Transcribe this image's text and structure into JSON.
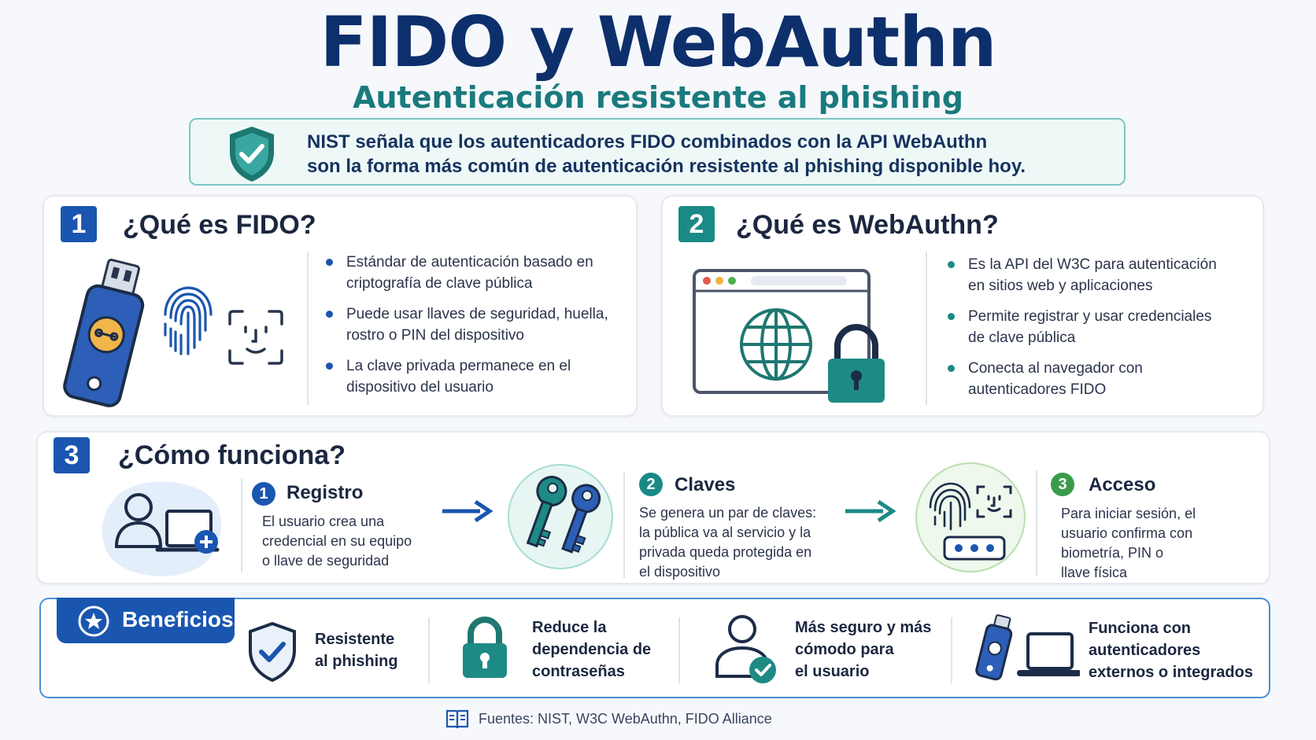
{
  "title": "FIDO y WebAuthn",
  "subtitle": "Autenticación resistente al phishing",
  "nist_note": {
    "line1": "NIST señala que los autenticadores FIDO combinados con la API WebAuthn",
    "line2": "son la forma más común de autenticación resistente al phishing disponible hoy."
  },
  "section1": {
    "number": "1",
    "title": "¿Qué es FIDO?",
    "bullets": [
      [
        "Estándar de autenticación basado en",
        "criptografía de clave pública"
      ],
      [
        "Puede usar llaves de seguridad, huella,",
        "rostro o PIN del dispositivo"
      ],
      [
        "La clave privada permanece en el",
        "dispositivo del usuario"
      ]
    ]
  },
  "section2": {
    "number": "2",
    "title": "¿Qué es WebAuthn?",
    "bullets": [
      [
        "Es la API del W3C para autenticación",
        "en sitios web y aplicaciones"
      ],
      [
        "Permite registrar y usar credenciales",
        "de clave pública"
      ],
      [
        "Conecta al navegador con",
        "autenticadores FIDO"
      ]
    ]
  },
  "section3": {
    "number": "3",
    "title": "¿Cómo funciona?",
    "steps": [
      {
        "num": "1",
        "title": "Registro",
        "lines": [
          "El usuario crea una",
          "credencial en su equipo",
          "o llave de seguridad"
        ]
      },
      {
        "num": "2",
        "title": "Claves",
        "lines": [
          "Se genera un par de claves:",
          "la pública va al servicio y la",
          "privada queda protegida en",
          "el dispositivo"
        ]
      },
      {
        "num": "3",
        "title": "Acceso",
        "lines": [
          "Para iniciar sesión, el",
          "usuario confirma con",
          "biometría, PIN o",
          "llave física"
        ]
      }
    ]
  },
  "benefits": {
    "label": "Beneficios",
    "items": [
      [
        "Resistente",
        "al phishing"
      ],
      [
        "Reduce la",
        "dependencia de",
        "contraseñas"
      ],
      [
        "Más seguro y más",
        "cómodo para",
        "el usuario"
      ],
      [
        "Funciona con",
        "autenticadores",
        "externos o integrados"
      ]
    ]
  },
  "footer": "Fuentes: NIST, W3C WebAuthn, FIDO Alliance",
  "colors": {
    "navy": "#0d2f6b",
    "blue": "#1a56b0",
    "teal": "#1a8a86",
    "green": "#3a9b4a",
    "dark_teal": "#1e7770"
  }
}
